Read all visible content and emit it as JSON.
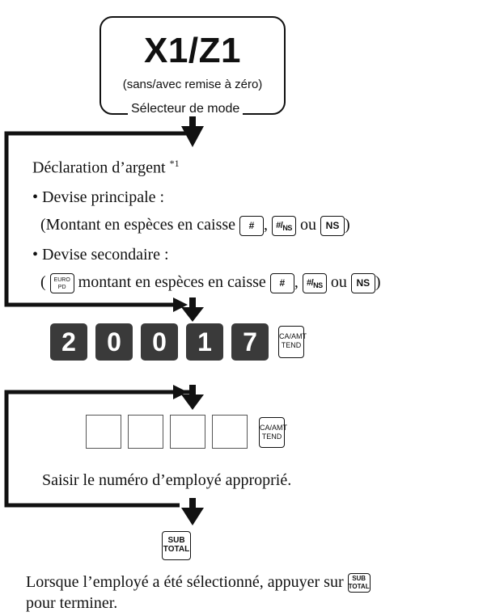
{
  "mode_selector": {
    "title": "X1/Z1",
    "subtitle": "(sans/avec remise à zéro)",
    "label": "Sélecteur de mode"
  },
  "declaration": {
    "heading": "Déclaration d’argent",
    "footnote": "*1",
    "main_currency": {
      "bullet": "• Devise principale :",
      "line_open": "(Montant en espèces en caisse",
      "comma": ",",
      "ou": "ou",
      "close": ")"
    },
    "secondary_currency": {
      "bullet": "• Devise secondaire :",
      "open": "(",
      "middle": "montant en espèces en caisse",
      "comma": ",",
      "ou": "ou",
      "close": ")"
    }
  },
  "keys": {
    "hash": "#",
    "hash_ns_top": "#",
    "hash_ns_bottom": "NS",
    "ns": "NS",
    "euro_top": "EURO",
    "euro_bottom": "PD",
    "ca_top": "CA/AMT",
    "ca_bottom": "TEND",
    "sub_top": "SUB",
    "sub_bottom": "TOTAL"
  },
  "code_digits": [
    "2",
    "0",
    "0",
    "1",
    "7"
  ],
  "employee_instruction": "Saisir le numéro d’employé approprié.",
  "final_instruction": {
    "line1": "Lorsque l’employé a été sélectionné, appuyer sur",
    "line2": "pour terminer."
  },
  "colors": {
    "digit_key": "#3a3a3a",
    "line": "#111111"
  }
}
